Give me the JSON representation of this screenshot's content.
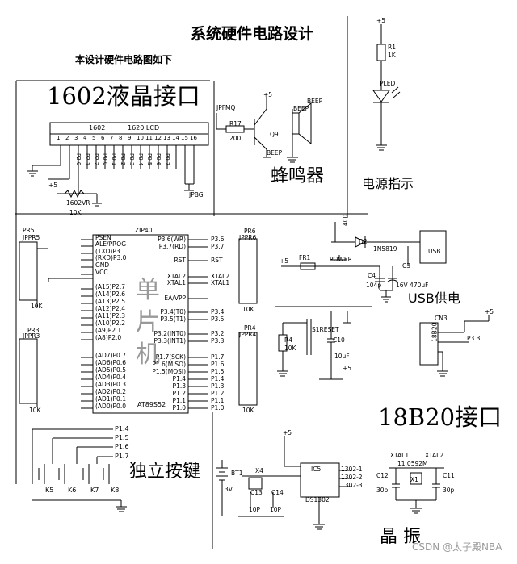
{
  "title": "系统硬件电路设计",
  "subtitle": "本设计硬件电路图如下",
  "labels": {
    "lcd_interface": "1602液晶接口",
    "buzzer": "蜂鸣器",
    "power_indicator": "电源指示",
    "usb_power": "USB供电",
    "ds18b20_interface": "18B20接口",
    "keys": "独立按键",
    "crystal": "晶   振",
    "mcu_char_1": "单",
    "mcu_char_2": "片",
    "mcu_char_3": "机"
  },
  "lcd": {
    "header1": "1602",
    "header2": "1620 LCD",
    "pot": "1602VR",
    "pot_val": "10K",
    "jp": "JPBG",
    "pins": [
      "1",
      "2",
      "3",
      "4",
      "5",
      "6",
      "7",
      "8",
      "9",
      "10",
      "11",
      "12",
      "13",
      "14",
      "15",
      "16"
    ],
    "nets": [
      "P2.0",
      "P2.1",
      "P2.2",
      "P0.0",
      "P0.1",
      "P0.2",
      "P0.3",
      "P0.4",
      "P0.5",
      "P0.6",
      "P0.7"
    ]
  },
  "buzzer_part": {
    "jp": "JPFMQ",
    "r": "R17",
    "rval": "200",
    "q": "Q9",
    "beep1": "BEEP",
    "beep2": "BEEP",
    "beep3": "BEEP",
    "vcc": "+5"
  },
  "power_led": {
    "vcc": "+5",
    "r": "R1",
    "rval": "1K",
    "led": "PLED"
  },
  "mcu": {
    "ref": "ZIP40",
    "model": "AT89S52",
    "left_pins": [
      "PSEN",
      "ALE/PROG",
      "(TXD)P3.1",
      "(RXD)P3.0",
      "GND",
      "VCC",
      "(A15)P2.7",
      "(A14)P2.6",
      "(A13)P2.5",
      "(A12)P2.4",
      "(A11)P2.3",
      "(A10)P2.2",
      "(A9)P2.1",
      "(A8)P2.0",
      "(AD7)P0.7",
      "(AD6)P0.6",
      "(AD5)P0.5",
      "(AD4)P0.4",
      "(AD3)P0.3",
      "(AD2)P0.2",
      "(AD1)P0.1",
      "(AD0)P0.0"
    ],
    "right_pins": [
      "P3.6(WR)",
      "P3.7(RD)",
      "RST",
      "XTAL2",
      "XTAL1",
      "EA/VPP",
      "P3.4(T0)",
      "P3.5(T1)",
      "P3.2(INT0)",
      "P3.3(INT1)",
      "P1.7(SCK)",
      "P1.6(MISO)",
      "P1.5(MOSI)",
      "P1.4",
      "P1.3",
      "P1.2",
      "P1.1",
      "P1.0"
    ],
    "right_nets": [
      "P3.6",
      "P3.7",
      "RST",
      "XTAL2",
      "XTAL1",
      "",
      "P3.4",
      "P3.5",
      "P3.2",
      "P3.3",
      "P1.7",
      "P1.6",
      "P1.5",
      "P1.4",
      "P1.3",
      "P1.2",
      "P1.1",
      "P1.0"
    ]
  },
  "pr5": {
    "ref": "PR5",
    "jp": "JPPR5",
    "val": "10K"
  },
  "pr3": {
    "ref": "PR3",
    "jp": "JPPR3",
    "val": "10K"
  },
  "pr6": {
    "ref": "PR6",
    "jp": "JPPR6",
    "val": "10K"
  },
  "pr4": {
    "ref": "PR4",
    "jp": "JPPR4",
    "val": "10K"
  },
  "usb": {
    "d2": "D2",
    "d2val": "1N5819",
    "usb": "USB",
    "c3": "C3",
    "c4": "C4",
    "c4val": "104p",
    "cap": "16V 470uF",
    "fr": "FR1",
    "power": "POWER",
    "vcc": "+5",
    "n400": "400"
  },
  "reset": {
    "r4": "R4",
    "r4val": "10K",
    "sw": "S1RESET",
    "c10": "C10",
    "c10val": "10uF",
    "vcc": "+5"
  },
  "ds18b20": {
    "cn": "CN3",
    "chip": "18B20",
    "net": "P3.3",
    "vcc": "+5"
  },
  "keys_part": {
    "nets": [
      "P1.4",
      "P1.5",
      "P1.6",
      "P1.7"
    ],
    "refs": [
      "K5",
      "K6",
      "K7",
      "K8"
    ]
  },
  "rtc": {
    "bt": "BT1",
    "btv": "3V",
    "x4": "X4",
    "c13": "C13",
    "c14": "C14",
    "c13v": "10P",
    "c14v": "10P",
    "ic": "IC5",
    "model": "DS1302",
    "nets": [
      "1302-1",
      "1302-2",
      "1302-3"
    ],
    "vcc": "+5"
  },
  "osc": {
    "x1": "XTAL1",
    "x2": "XTAL2",
    "freq": "11.0592M",
    "ref": "X1",
    "c12": "C12",
    "c11": "C11",
    "c12v": "30p",
    "c11v": "30p"
  },
  "watermark": "CSDN @太子殿NBA"
}
